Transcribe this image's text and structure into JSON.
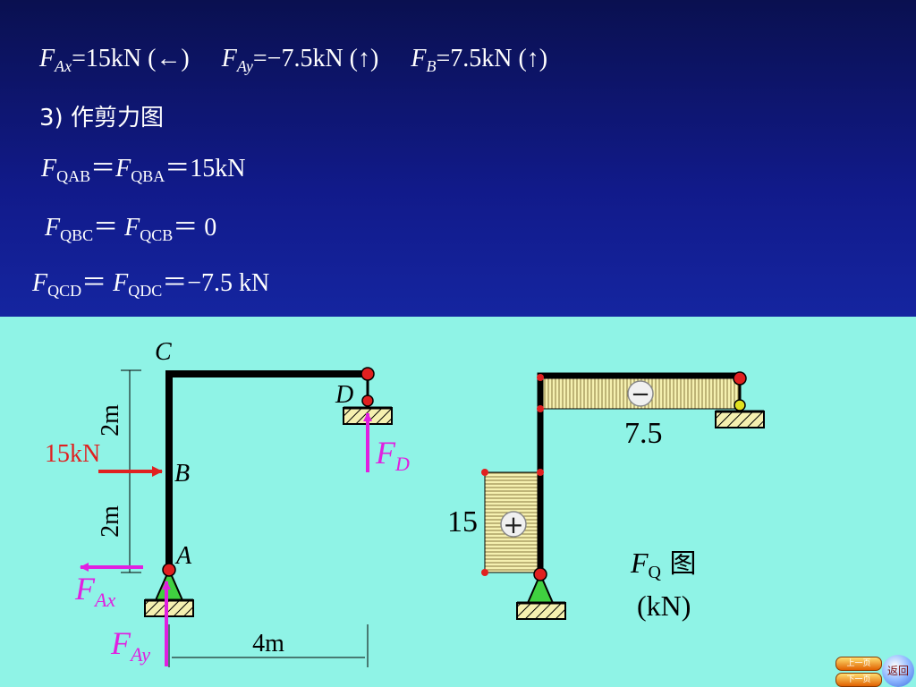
{
  "equations": {
    "reactions": {
      "fax_base": "F",
      "fax_sub": "Ax",
      "fax_val": "=15kN  (←)",
      "fay_base": "F",
      "fay_sub": "Ay",
      "fay_val": "=−7.5kN  (↑)",
      "fb_base": "F",
      "fb_sub": "B",
      "fb_val": "=7.5kN  (↑)"
    },
    "step_title": "3) 作剪力图",
    "eq1": {
      "a_base": "F",
      "a_sub": "QAB",
      "eq": "＝",
      "b_base": "F",
      "b_sub": "QBA",
      "val": "＝15kN"
    },
    "eq2": {
      "a_base": "F",
      "a_sub": "QBC",
      "eq": "＝ ",
      "b_base": "F",
      "b_sub": "QCB",
      "val": "＝ 0"
    },
    "eq3": {
      "a_base": "F",
      "a_sub": "QCD",
      "eq": "＝ ",
      "b_base": "F",
      "b_sub": "QDC",
      "val": "＝−7.5 kN"
    }
  },
  "frame": {
    "label_C": "C",
    "label_D": "D",
    "label_B": "B",
    "label_A": "A",
    "dim_upper": "2m",
    "dim_lower": "2m",
    "dim_horizontal": "4m",
    "load_label": "15kN",
    "fd_base": "F",
    "fd_sub": "D",
    "fax_base": "F",
    "fax_sub": "Ax",
    "fay_base": "F",
    "fay_sub": "Ay"
  },
  "shear_diagram": {
    "top_value": "7.5",
    "left_value": "15",
    "minus_sign": "−",
    "plus_sign": "+",
    "title_base": "F",
    "title_sub": "Q",
    "title_cn": " 图",
    "unit": "(kN)"
  },
  "nav": {
    "prev": "上一页",
    "next": "下一页",
    "back": "返回"
  },
  "colors": {
    "header_bg": "#111a8a",
    "body_bg": "#8ff3e6",
    "force_magenta": "#e020e0",
    "load_red": "#e02020",
    "hatch_fill": "#f5f0b0",
    "support_green": "#40d040"
  }
}
